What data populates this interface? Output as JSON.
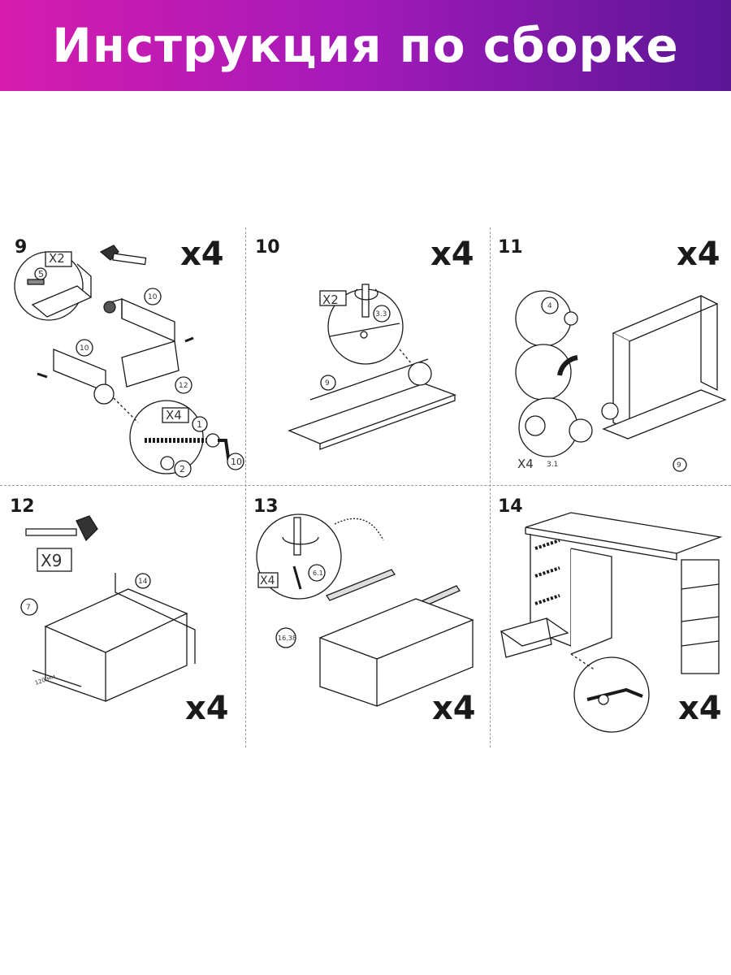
{
  "header": {
    "title": "Инструкция по сборке"
  },
  "steps": [
    {
      "number": "9",
      "multiplier": "x4",
      "qty": "X2",
      "qty2": "X4",
      "parts": [
        "5",
        "10",
        "10",
        "12",
        "1",
        "2",
        "10"
      ]
    },
    {
      "number": "10",
      "multiplier": "x4",
      "qty": "X2",
      "parts": [
        "3.3",
        "9"
      ]
    },
    {
      "number": "11",
      "multiplier": "x4",
      "qty": "X4",
      "parts": [
        "4",
        "3.1",
        "9"
      ]
    },
    {
      "number": "12",
      "multiplier": "x4",
      "qty": "X9",
      "parts": [
        "14",
        "7"
      ],
      "dimension": "120 мм"
    },
    {
      "number": "13",
      "multiplier": "x4",
      "qty": "X4",
      "parts": [
        "6.1",
        "16.38"
      ]
    },
    {
      "number": "14",
      "multiplier": "x4"
    }
  ],
  "colors": {
    "header_start": "#d61cae",
    "header_end": "#5a1696",
    "line": "#1a1a1a"
  }
}
